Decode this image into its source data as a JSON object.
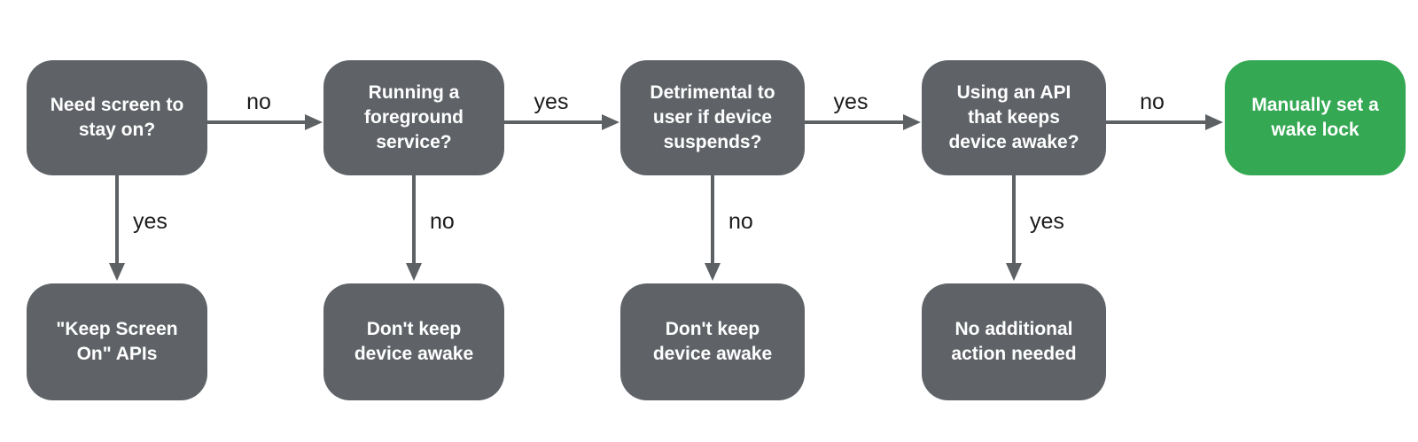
{
  "diagram": {
    "type": "flowchart",
    "background": "#ffffff",
    "colors": {
      "question_box_gray": "#5f6368",
      "terminal_box_green": "#34a853",
      "box_text": "#ffffff",
      "arrow": "#5d6164",
      "edge_label_text": "#1b1b1b"
    },
    "nodes": {
      "q1": {
        "label": "Need screen to stay on?"
      },
      "q2": {
        "label": "Running a foreground service?"
      },
      "q3": {
        "label": "Detrimental to user if device suspends?"
      },
      "q4": {
        "label": "Using an API that keeps device awake?"
      },
      "manual_wake_lock": {
        "label": "Manually set a wake lock"
      },
      "keep_screen_on": {
        "label": "\"Keep Screen On\" APIs"
      },
      "dont_keep_awake_1": {
        "label": "Don't keep device awake"
      },
      "dont_keep_awake_2": {
        "label": "Don't keep device awake"
      },
      "no_action": {
        "label": "No additional action needed"
      }
    },
    "edges": {
      "q1_to_q2": {
        "label": "no"
      },
      "q1_to_keep_screen_on": {
        "label": "yes"
      },
      "q2_to_q3": {
        "label": "yes"
      },
      "q2_to_dont_keep_awake_1": {
        "label": "no"
      },
      "q3_to_q4": {
        "label": "yes"
      },
      "q3_to_dont_keep_awake_2": {
        "label": "no"
      },
      "q4_to_manual_wake_lock": {
        "label": "no"
      },
      "q4_to_no_action": {
        "label": "yes"
      }
    }
  }
}
